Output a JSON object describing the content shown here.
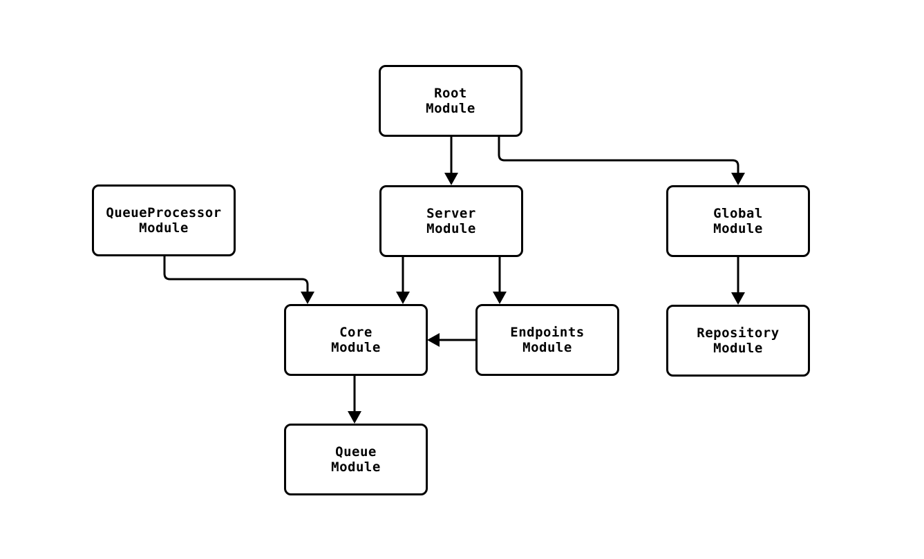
{
  "diagram": {
    "type": "flowchart",
    "background_color": "#ffffff",
    "stroke_color": "#000000",
    "node_fill_color": "#ffffff",
    "nodes": [
      {
        "id": "root",
        "line1": "Root",
        "line2": "Module"
      },
      {
        "id": "server",
        "line1": "Server",
        "line2": "Module"
      },
      {
        "id": "queueprocessor",
        "line1": "QueueProcessor",
        "line2": "Module"
      },
      {
        "id": "global",
        "line1": "Global",
        "line2": "Module"
      },
      {
        "id": "core",
        "line1": "Core",
        "line2": "Module"
      },
      {
        "id": "endpoints",
        "line1": "Endpoints",
        "line2": "Module"
      },
      {
        "id": "repository",
        "line1": "Repository",
        "line2": "Module"
      },
      {
        "id": "queue",
        "line1": "Queue",
        "line2": "Module"
      }
    ],
    "edges": [
      {
        "from": "Root Module",
        "to": "Server Module"
      },
      {
        "from": "Root Module",
        "to": "Global Module"
      },
      {
        "from": "QueueProcessor Module",
        "to": "Core Module"
      },
      {
        "from": "Server Module",
        "to": "Core Module"
      },
      {
        "from": "Server Module",
        "to": "Endpoints Module"
      },
      {
        "from": "Endpoints Module",
        "to": "Core Module"
      },
      {
        "from": "Global Module",
        "to": "Repository Module"
      },
      {
        "from": "Core Module",
        "to": "Queue Module"
      }
    ]
  }
}
